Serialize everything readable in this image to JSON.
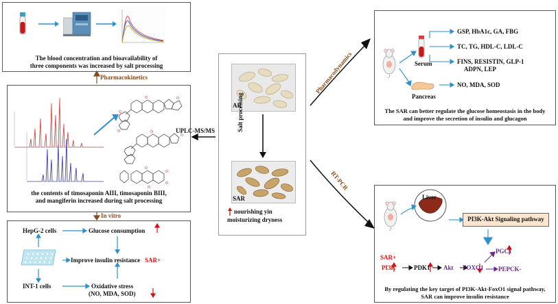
{
  "pk_box": {
    "caption_line1": "The blood concentration and bioavailability of",
    "caption_line2": "three components was increased by salt processing"
  },
  "links": {
    "pharmacokinetics": "Pharmacokinetics",
    "uplc": "UPLC-MS/MS",
    "in_vitro": "In vitro",
    "pharmacodynamics": "Pharmacodynamics",
    "rt_pcr": "RT-PCR",
    "salt_processing": "Salt processing"
  },
  "uplc_box": {
    "caption_line1_pre": "the contents of",
    "caption_line1_post": "timosaponin AIII, timosaponin BIII,",
    "caption_line2": "and mangiferin increased during salt processing"
  },
  "center": {
    "ar_label": "AR",
    "sar_label": "SAR",
    "effect_line1": "nourishing yin",
    "effect_line2": "moisturizing dryness"
  },
  "invitro_box": {
    "hepg2": "HepG-2 cells",
    "glucose": "Glucose consumption",
    "insulin": "Improve insulin resistance",
    "sar_plus": "SAR+",
    "int1": "INT-1 cells",
    "oxidative": "Oxidative stress",
    "oxidative_sub": "(NO, MDA, SOD)"
  },
  "pd_box": {
    "serum": "Serum",
    "pancreas": "Pancreas",
    "serum_items": [
      "GSP, HbA1c, GA, FBG",
      "TC, TG, HDL-C, LDL-C",
      "FINS, RESISTIN, GLP-1",
      "ADPN, LEP"
    ],
    "pancreas_items": "NO, MDA, SOD",
    "caption_line1": "The SAR can better regulate the glucose homeostasis in the body",
    "caption_line2": "and improve the secretion of insulin and glucagon"
  },
  "pathway_box": {
    "liver": "Liver",
    "pathway_title": "PI3K-Akt Signaling pathway",
    "sar_plus": "SAR+",
    "pi3k": "PI3K",
    "pdk1": "PDK1",
    "akt": "Akt",
    "foxo1": "FOXO1",
    "pgc1": "PGC1",
    "pepck": "PEPCK-",
    "caption_line1": "By regulating the key target of PI3K-Akt-FoxO1 signal pathway,",
    "caption_line2": "SAR can improve insulin resistance"
  },
  "colors": {
    "arrow_blue": "#2f8fc9",
    "up_red": "#d11111",
    "link_brown": "#8a4a1a",
    "pathway_fill": "#fde6cf",
    "spectrum_red": "#e03030",
    "spectrum_blue": "#2a2ab8"
  }
}
